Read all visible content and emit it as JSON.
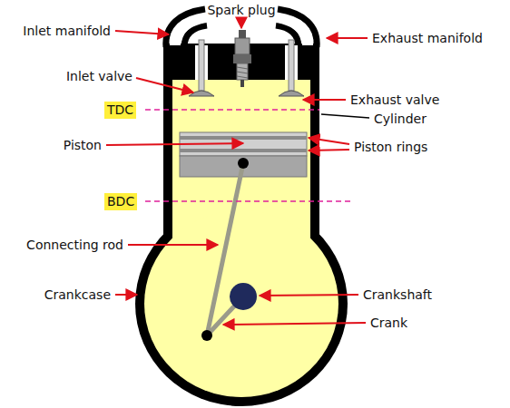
{
  "diagram": {
    "nodes": [
      {
        "text": [
          "TDC"
        ]
      },
      {
        "text": [
          "BDC"
        ]
      }
    ],
    "labels": [
      "Spark plug",
      "Inlet manifold",
      "Exhaust manifold",
      "Inlet valve",
      "Exhaust valve",
      "Cylinder",
      "Piston",
      "Piston rings",
      "Connecting rod",
      "Crankshaft",
      "Crankcase",
      "Crank"
    ]
  }
}
